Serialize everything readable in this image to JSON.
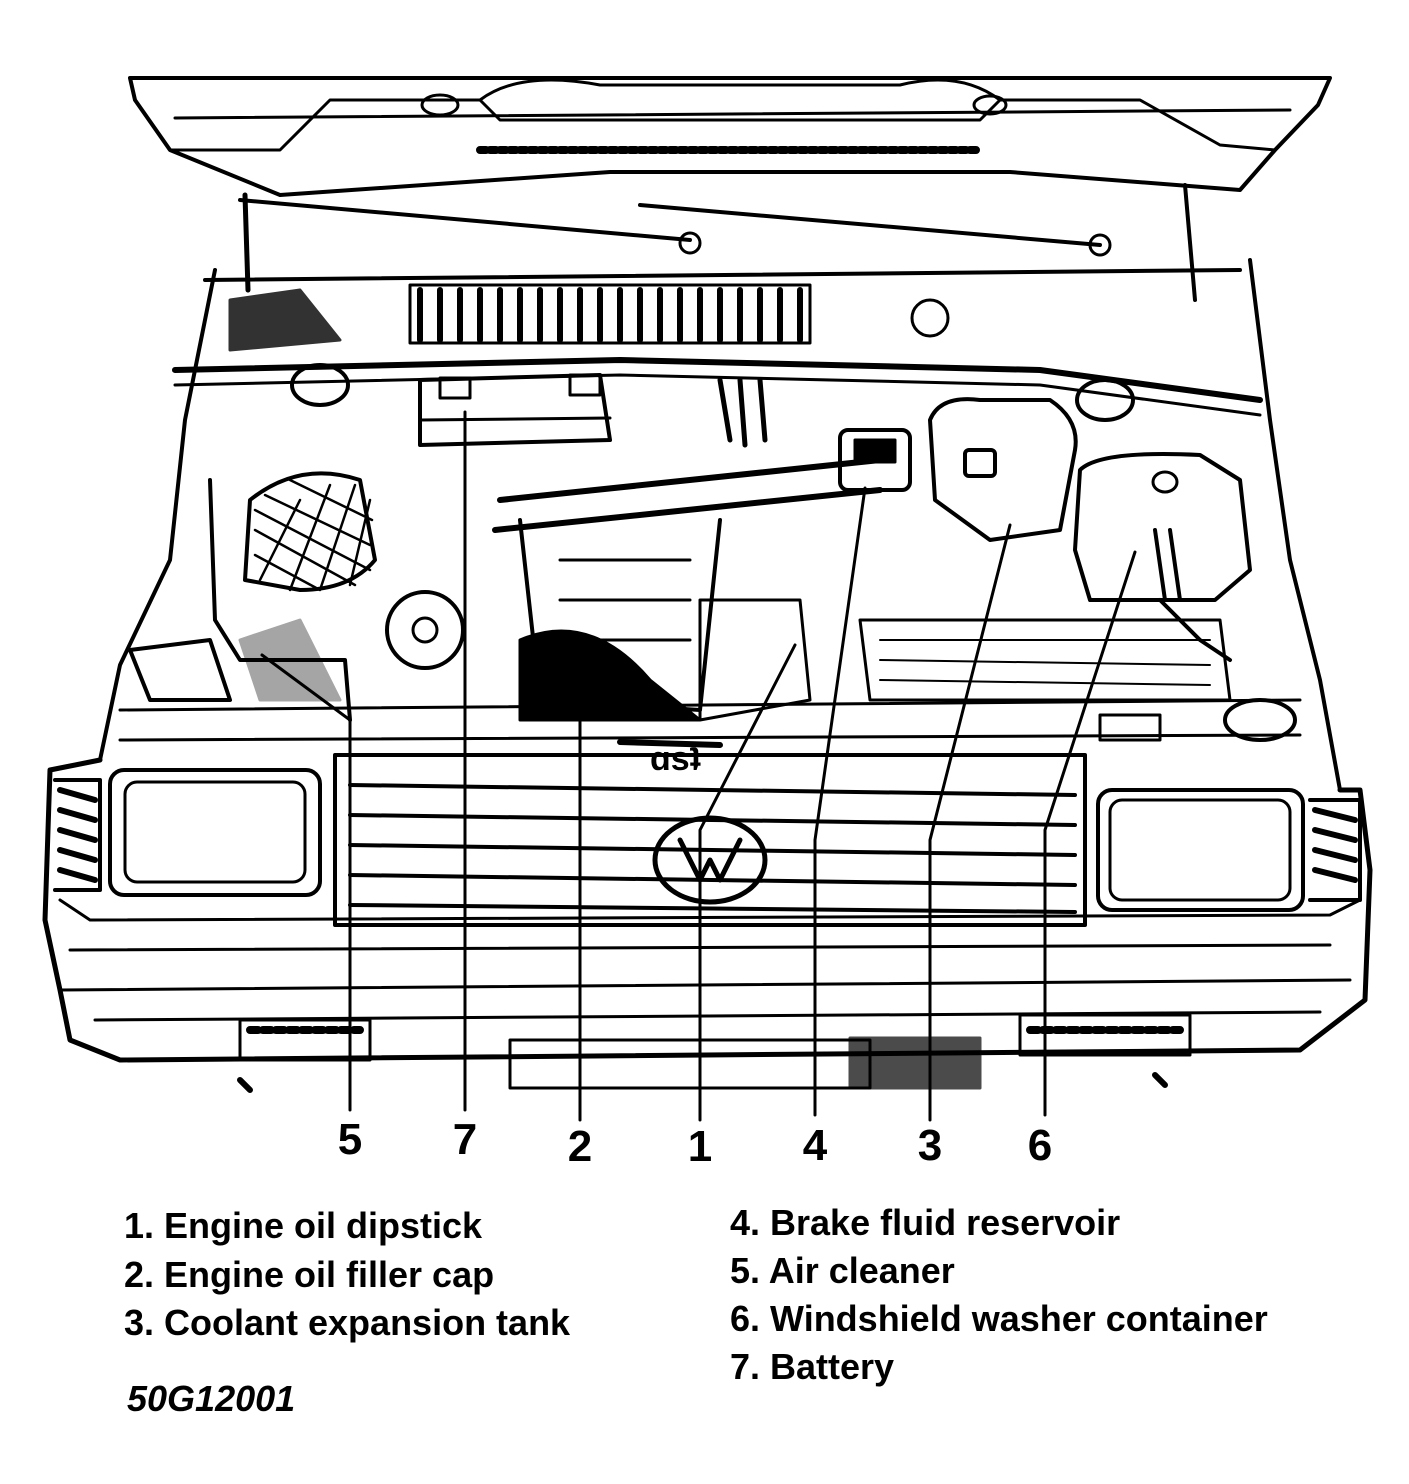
{
  "diagram": {
    "callouts": [
      {
        "id": "c5",
        "label": "5"
      },
      {
        "id": "c7",
        "label": "7"
      },
      {
        "id": "c2",
        "label": "2"
      },
      {
        "id": "c1",
        "label": "1"
      },
      {
        "id": "c4",
        "label": "4"
      },
      {
        "id": "c3",
        "label": "3"
      },
      {
        "id": "c6",
        "label": "6"
      }
    ],
    "legend": [
      {
        "number": "1",
        "text": "1. Engine oil dipstick"
      },
      {
        "number": "2",
        "text": "2. Engine oil filler cap"
      },
      {
        "number": "3",
        "text": "3. Coolant expansion tank"
      },
      {
        "number": "4",
        "text": "4. Brake fluid reservoir"
      },
      {
        "number": "5",
        "text": "5. Air cleaner"
      },
      {
        "number": "6",
        "text": "6. Windshield washer container"
      },
      {
        "number": "7",
        "text": "7. Battery"
      }
    ],
    "figure_id": "50G12001"
  }
}
